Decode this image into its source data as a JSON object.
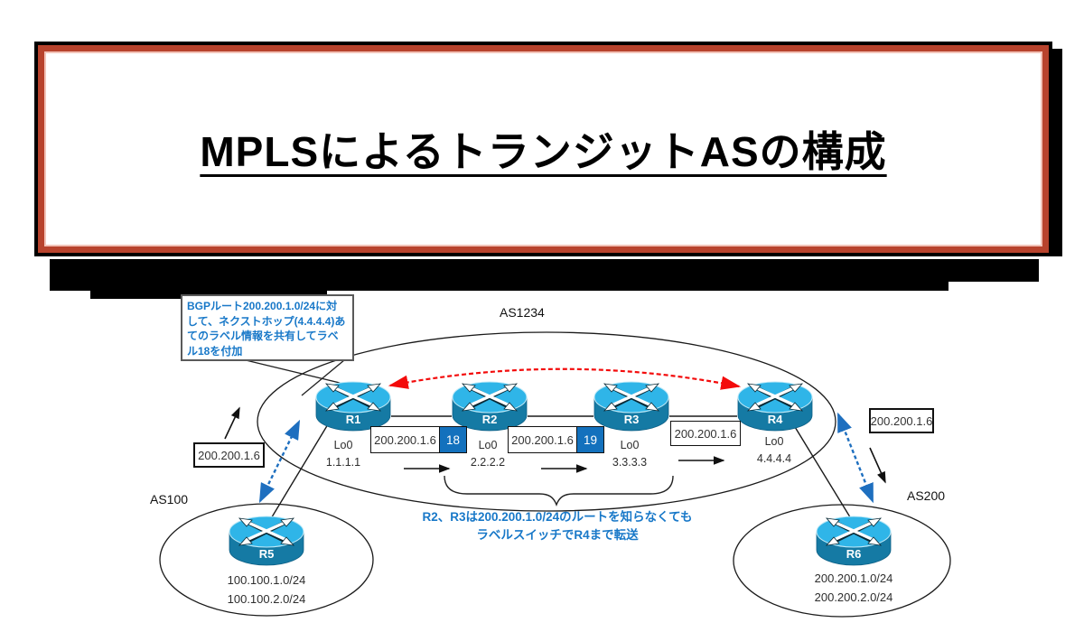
{
  "title": {
    "text": "MPLSによるトランジットASの構成"
  },
  "callout": {
    "text": "BGPルート200.200.1.0/24に対\nして、ネクストホップ(4.4.4.4)あ\nてのラベル情報を共有してラベ\nル18を付加"
  },
  "as_groups": {
    "transit": "AS1234",
    "left": "AS100",
    "right": "AS200"
  },
  "routers": {
    "r1": {
      "label": "R1",
      "loopback": "Lo0\n1.1.1.1"
    },
    "r2": {
      "label": "R2",
      "loopback": "Lo0\n2.2.2.2"
    },
    "r3": {
      "label": "R3",
      "loopback": "Lo0\n3.3.3.3"
    },
    "r4": {
      "label": "R4",
      "loopback": "Lo0\n4.4.4.4"
    },
    "r5": {
      "label": "R5",
      "networks": "100.100.1.0/24\n100.100.2.0/24"
    },
    "r6": {
      "label": "R6",
      "networks": "200.200.1.0/24\n200.200.2.0/24"
    }
  },
  "packets": {
    "p1": {
      "dest": "200.200.1.6",
      "tag": "18"
    },
    "p2": {
      "dest": "200.200.1.6",
      "tag": "19"
    },
    "p3": {
      "dest": "200.200.1.6"
    },
    "ingress_left": {
      "dest": "200.200.1.6"
    },
    "egress_right": {
      "dest": "200.200.1.6"
    }
  },
  "note": {
    "text": "R2、R3は200.200.1.0/24のルートを知らなくても\nラベルスイッチでR4まで転送"
  },
  "colors": {
    "title_border": "#b8432d",
    "label_tag_bg": "#1371bd",
    "note_blue": "#1878c8",
    "router_top": "#2fb5e8",
    "router_body": "#157aa4",
    "arrow_red": "#f30b0b",
    "arrow_blue": "#1e6fbf"
  }
}
